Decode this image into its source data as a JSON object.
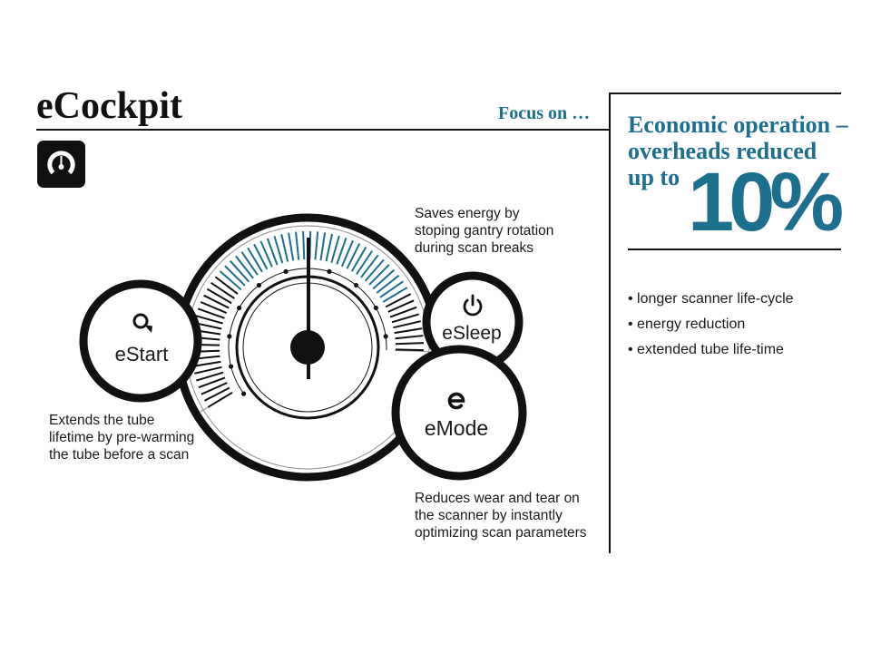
{
  "header": {
    "title": "eCockpit",
    "focus_label": "Focus on …"
  },
  "headline": {
    "lines": [
      "Economic operation –",
      "overheads reduced",
      "up to"
    ],
    "highlight_value": "10%"
  },
  "benefits": [
    "longer scanner life-cycle",
    "energy reduction",
    "extended tube life-time"
  ],
  "app_icon": "gauge-icon",
  "features": {
    "estart": {
      "label": "eStart",
      "icon": "start-icon",
      "description": [
        "Extends the tube",
        "lifetime by pre-warming",
        "the tube before a scan"
      ]
    },
    "esleep": {
      "label": "eSleep",
      "icon": "power-icon",
      "description": [
        "Saves energy by",
        "stoping gantry rotation",
        "during scan breaks"
      ]
    },
    "emode": {
      "label": "eMode",
      "icon": "emode-icon",
      "description": [
        "Reduces wear and tear on",
        "the scanner by instantly",
        "optimizing scan parameters"
      ]
    }
  },
  "colors": {
    "accent": "#1d6f8f",
    "ink": "#111111",
    "guide": "#9b9b9b",
    "background": "#ffffff"
  }
}
